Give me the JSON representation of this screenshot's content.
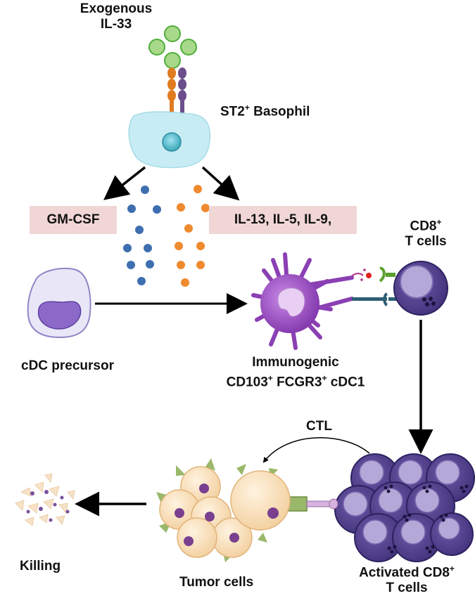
{
  "labels": {
    "exogenous_line1": "Exogenous",
    "exogenous_line2": "IL-33",
    "basophil_prefix": "ST2",
    "basophil_sup": "+",
    "basophil_suffix": " Basophil",
    "gmcsf": "GM-CSF",
    "interleukins": "IL-13, IL-5, IL-9,",
    "cd8_line1": "CD8",
    "cd8_sup": "+",
    "cd8_line2": "T cells",
    "cdc_precursor": "cDC precursor",
    "cdc1_line1": "Immunogenic",
    "cdc1_cd103": "CD103",
    "cdc1_sup1": "+",
    "cdc1_fcgr3": " FCGR3",
    "cdc1_sup2": "+",
    "cdc1_tail": " cDC1",
    "ctl": "CTL",
    "killing": "Killing",
    "tumor": "Tumor cells",
    "activated_line1": "Activated CD8",
    "activated_sup": "+",
    "activated_line2": "T cells"
  },
  "colors": {
    "il33": "#a8d88a",
    "receptor_orange": "#e07b1f",
    "receptor_purple": "#6b4f8a",
    "basophil": "#c8ecf4",
    "cytokine_blue": "#3d6fb0",
    "cytokine_orange": "#ef8a2e",
    "label_box": "#f1d6d6",
    "dc_purple": "#8a3fb3",
    "tcell_purple": "#5b4596",
    "tumor": "#fbe6c6",
    "tumor_nucleus": "#7a3f8e"
  }
}
